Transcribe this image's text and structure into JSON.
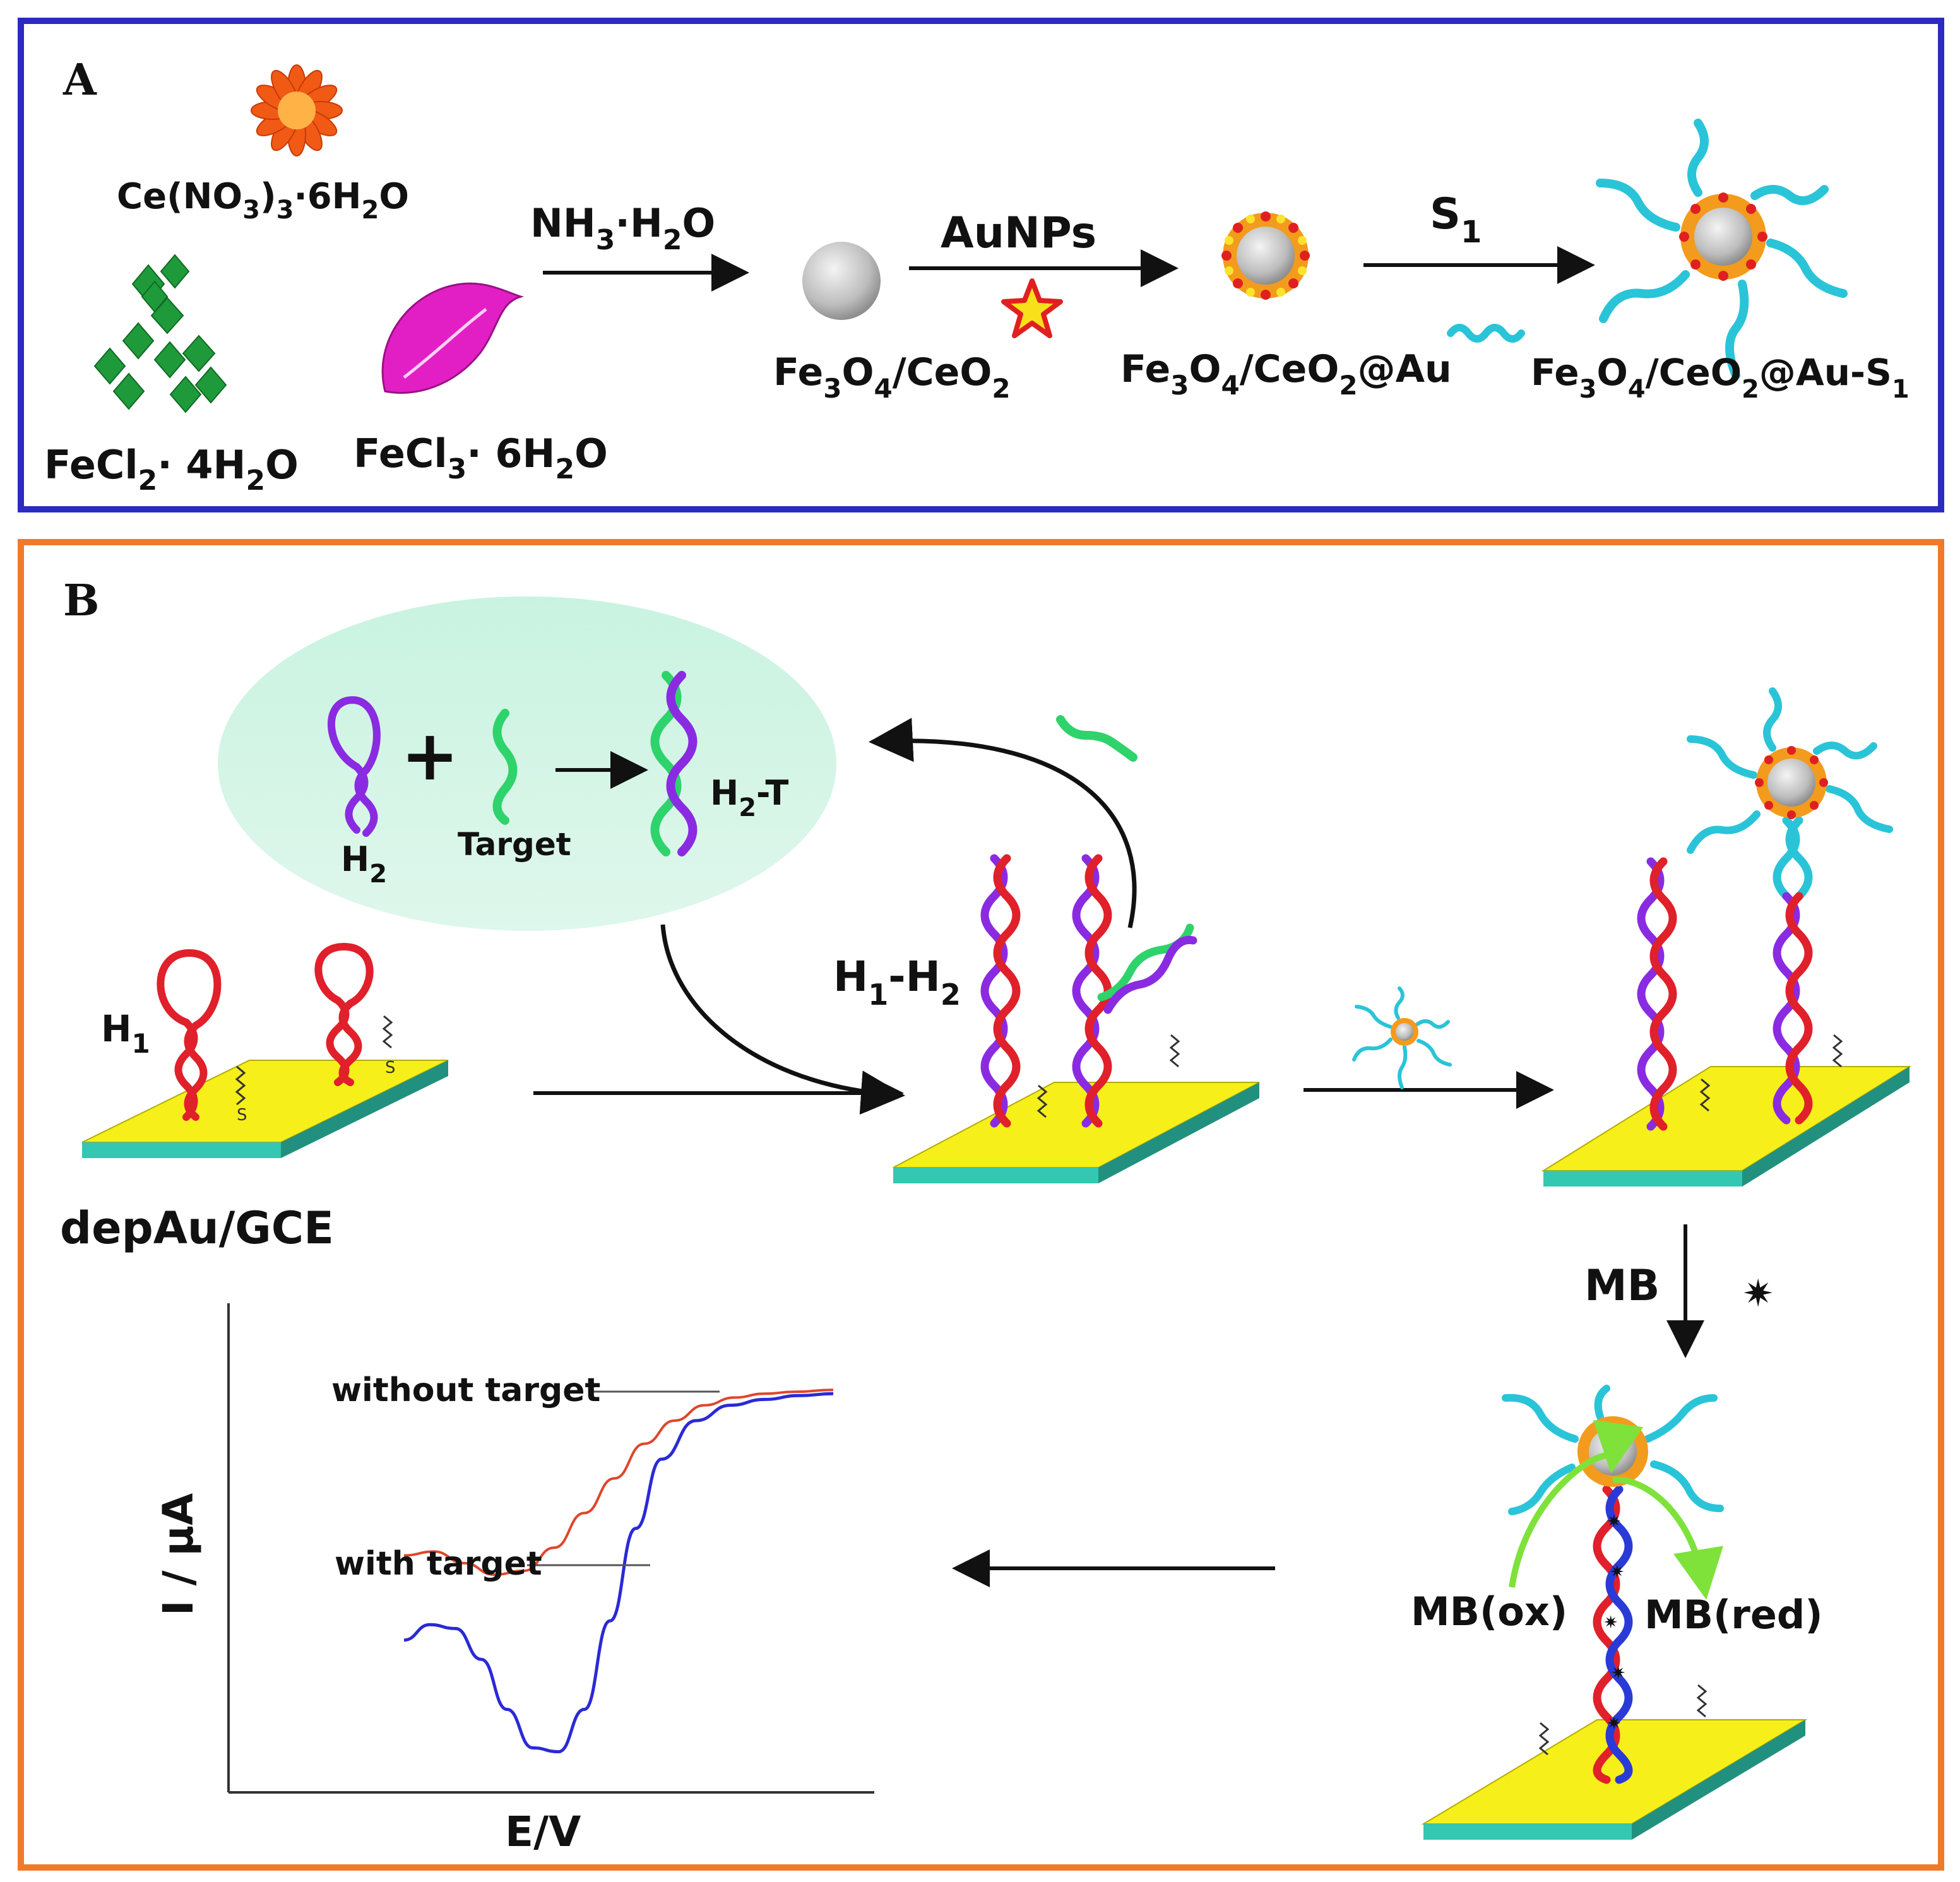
{
  "panel_a": {
    "label": "A",
    "ce_precursor": {
      "base": "Ce(NO",
      "sub1": "3",
      "mid": ")",
      "sub2": "3",
      "tail": "·6H",
      "sub3": "2",
      "end": "O"
    },
    "fecl2": {
      "base": "FeCl",
      "sub1": "2",
      "mid": "· 4H",
      "sub2": "2",
      "end": "O"
    },
    "fecl3": {
      "base": "FeCl",
      "sub1": "3",
      "mid": "· 6H",
      "sub2": "2",
      "end": "O"
    },
    "reagent1": {
      "base": "NH",
      "sub1": "3",
      "mid": "·H",
      "sub2": "2",
      "end": "O"
    },
    "reagent2": "AuNPs",
    "reagent3": {
      "base": "S",
      "sub1": "1"
    },
    "product1": {
      "p1": "Fe",
      "s1": "3",
      "p2": "O",
      "s2": "4",
      "p3": "/CeO",
      "s3": "2"
    },
    "product2": {
      "p1": "Fe",
      "s1": "3",
      "p2": "O",
      "s2": "4",
      "p3": "/CeO",
      "s3": "2",
      "p4": "@Au"
    },
    "product3": {
      "p1": "Fe",
      "s1": "3",
      "p2": "O",
      "s2": "4",
      "p3": "/CeO",
      "s3": "2",
      "p4": "@Au-S",
      "s4": "1"
    }
  },
  "panel_b": {
    "label": "B",
    "h2": {
      "base": "H",
      "sub": "2"
    },
    "target": "Target",
    "h2t": {
      "base": "H",
      "sub": "2",
      "tail": "-T"
    },
    "h1": {
      "base": "H",
      "sub": "1"
    },
    "h1h2": {
      "p1": "H",
      "s1": "1",
      "p2": "-H",
      "s2": "2"
    },
    "electrode": "depAu/GCE",
    "mb": "MB",
    "mb_ox": "MB(ox)",
    "mb_red": "MB(red)",
    "thiol": "S"
  },
  "chart_data": {
    "type": "line",
    "title": "",
    "xlabel": "E/V",
    "ylabel": "I / μA",
    "series": [
      {
        "name": "without target",
        "color": "#e0452b",
        "x": [
          0.0,
          0.07,
          0.14,
          0.21,
          0.28,
          0.35,
          0.42,
          0.49,
          0.56,
          0.63,
          0.7,
          0.77,
          0.84,
          0.91,
          1.0
        ],
        "y": [
          0.55,
          0.56,
          0.53,
          0.5,
          0.51,
          0.57,
          0.66,
          0.75,
          0.84,
          0.9,
          0.94,
          0.96,
          0.97,
          0.975,
          0.98
        ]
      },
      {
        "name": "with target",
        "color": "#2a2ad6",
        "x": [
          0.0,
          0.06,
          0.12,
          0.18,
          0.24,
          0.3,
          0.36,
          0.42,
          0.48,
          0.54,
          0.6,
          0.68,
          0.76,
          0.84,
          0.92,
          1.0
        ],
        "y": [
          0.33,
          0.37,
          0.36,
          0.28,
          0.15,
          0.05,
          0.04,
          0.15,
          0.38,
          0.62,
          0.8,
          0.9,
          0.94,
          0.955,
          0.965,
          0.97
        ]
      }
    ],
    "xlim": [
      0,
      1
    ],
    "ylim": [
      0,
      1
    ],
    "grid": false,
    "legend": "leader-line labels"
  }
}
